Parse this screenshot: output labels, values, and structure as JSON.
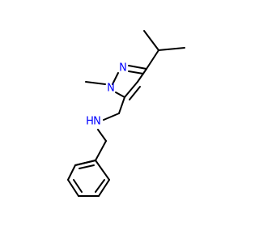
{
  "molecule": {
    "colors": {
      "bond": "#000000",
      "nitrogen": "#0000ff",
      "background": "#ffffff"
    },
    "atoms": {
      "n_ring": "N",
      "n1_ring": "N",
      "n_amine": "N",
      "h_amine": "H"
    }
  }
}
